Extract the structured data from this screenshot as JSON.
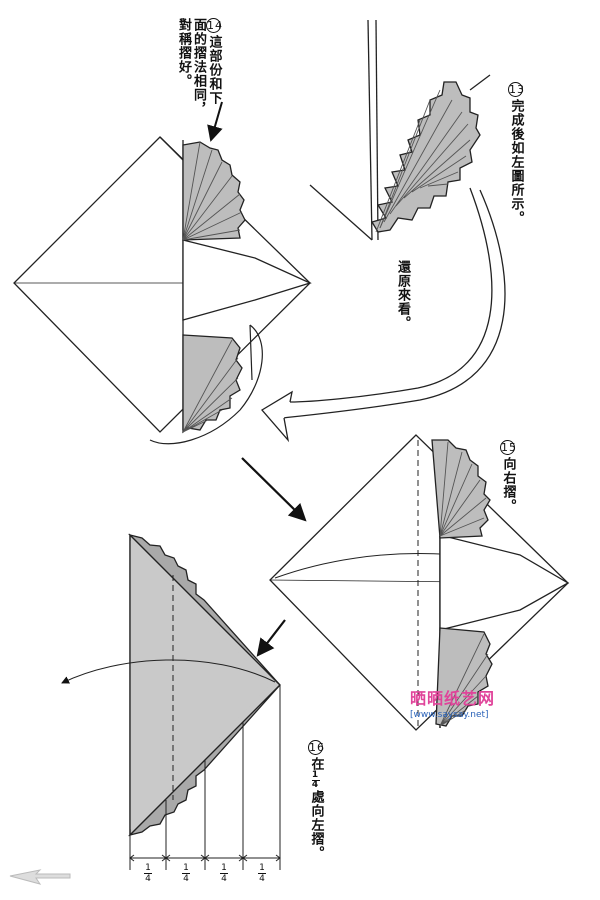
{
  "steps": {
    "s13": {
      "num": "13",
      "text": "完成後如左圖所示。"
    },
    "s14": {
      "num": "14",
      "text": "這部份和下面的摺法相同，對稱摺好。"
    },
    "s15": {
      "num": "15",
      "text": "向右摺。"
    },
    "s16": {
      "num": "16",
      "text_before": "在",
      "frac_num": "1",
      "frac_den": "4",
      "text_after": "處向左摺。"
    }
  },
  "restore_note": "還原來看。",
  "quarter": {
    "num": "1",
    "den": "4"
  },
  "watermark": {
    "title": "晒晒纸艺网",
    "url": "[www.saysay.net]"
  },
  "colors": {
    "paper_fill": "#c9c9c9",
    "paper_dark": "#a9a9a9",
    "line": "#222222",
    "watermark_pink": "#e0449a",
    "watermark_blue": "#2a62b8"
  }
}
